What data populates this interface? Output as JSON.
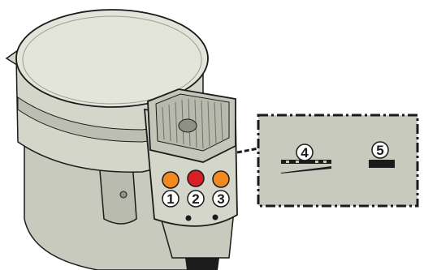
{
  "illustration": {
    "colors": {
      "body_fill": "#c8cabd",
      "body_shadow": "#a9ab9f",
      "lid_fill": "#e3e4da",
      "outline": "#1b1b1b",
      "button_orange": "#f08a1e",
      "button_red": "#d81f26",
      "callout_fill": "#c8cabd",
      "badge_fill": "#ffffff"
    },
    "buttons": [
      {
        "id": "1",
        "label": "1",
        "color": "orange"
      },
      {
        "id": "2",
        "label": "2",
        "color": "red"
      },
      {
        "id": "3",
        "label": "3",
        "color": "orange"
      }
    ],
    "detail_callout": {
      "items": [
        {
          "id": "4",
          "label": "4",
          "icon": "level-scale-icon"
        },
        {
          "id": "5",
          "label": "5",
          "icon": "block-indicator-icon"
        }
      ]
    }
  }
}
